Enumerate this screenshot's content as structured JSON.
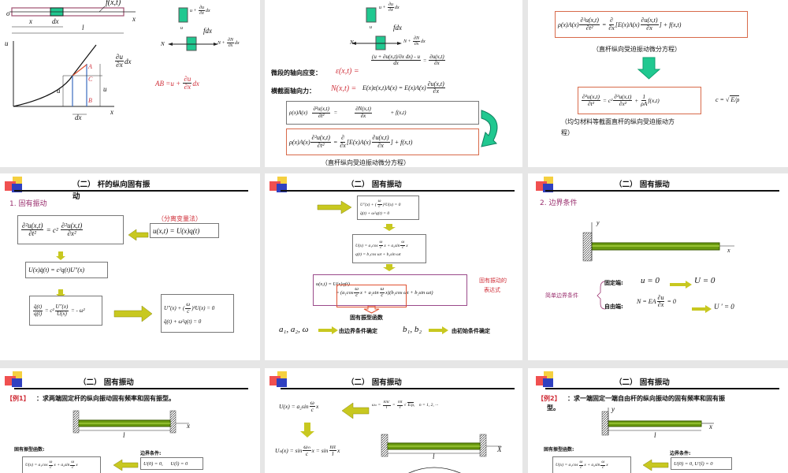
{
  "colors": {
    "accent_red": "#d0303a",
    "accent_purple": "#9a2f6e",
    "bar_green": "#6a9a10",
    "element_green": "#20c890",
    "arrow_yellow": "#c8c820",
    "box_red": "#d86a4a"
  },
  "slide1": {
    "o": "o",
    "x1": "x",
    "dx1": "dx",
    "l": "l",
    "fx": "f(x,t)",
    "x2": "x",
    "u_axis": "u",
    "x_axis": "x",
    "A": "A",
    "B": "B",
    "C": "C",
    "u1": "u",
    "u2": "u",
    "dx2": "dx",
    "N": "N",
    "fdx": "fdx",
    "u3": "u",
    "du_dx": [
      "",
      {
        "n": "∂u",
        "d": "∂x"
      },
      "dx"
    ],
    "u_plus": [
      "u + ",
      {
        "n": "∂u",
        "d": "∂x"
      },
      "dx"
    ],
    "N_plus": [
      "N + ",
      {
        "n": "∂N",
        "d": "∂x"
      },
      "dx"
    ],
    "AB": [
      "AB =u + ",
      {
        "n": "∂u",
        "d": "∂x"
      },
      "dx"
    ]
  },
  "slide2": {
    "N": "N",
    "fdx": "fdx",
    "u": "u",
    "u_plus": [
      "u + ",
      {
        "n": "∂u",
        "d": "∂x"
      },
      "dx"
    ],
    "N_plus": [
      "N + ",
      {
        "n": "∂N",
        "d": "∂x"
      },
      "dx"
    ],
    "strain_label": "微段的轴向应变：",
    "strain_lhs": "ε(x,t) =",
    "strain_rhs": [
      {
        "n": "(u + ∂u(x,t)/∂x dx) - u",
        "d": "dx"
      },
      " = ",
      {
        "n": "∂u(x,t)",
        "d": "∂x"
      }
    ],
    "force_label": "横截面轴向力：",
    "force_lhs": "N(x,t) =",
    "force_rhs": [
      "E(x)ε(x,t)A(x) = E(x)A(x)",
      {
        "n": "∂u(x,t)",
        "d": "∂x"
      }
    ],
    "eq1": [
      "ρ(x)A(x)   ",
      {
        "n": "∂²u(x,t)",
        "d": "∂t²"
      },
      "  =            ",
      {
        "n": "∂N(x,t)",
        "d": "∂x"
      },
      "             + f(x,t)"
    ],
    "eq2": [
      "ρ(x)A(x)",
      {
        "n": "∂²u(x,t)",
        "d": "∂t²"
      },
      " = ",
      {
        "n": "∂",
        "d": "∂x"
      },
      "[E(x)A(x)",
      {
        "n": "∂u(x,t)",
        "d": "∂x"
      },
      "] + f(x,t)"
    ],
    "caption": "（直杆纵向受迫振动微分方程）"
  },
  "slide3": {
    "eq1": [
      "ρ(x)A(x)",
      {
        "n": "∂²u(x,t)",
        "d": "∂t²"
      },
      " = ",
      {
        "n": "∂",
        "d": "∂x"
      },
      "[E(x)A(x)",
      {
        "n": "∂u(x,t)",
        "d": "∂x"
      },
      "] + f(x,t)"
    ],
    "caption1": "（直杆纵向受迫振动微分方程）",
    "eq2": [
      {
        "n": "∂²u(x,t)",
        "d": "∂t²"
      },
      " = c²",
      {
        "n": "∂²u(x,t)",
        "d": "∂x²"
      },
      " + ",
      {
        "n": "1",
        "d": "ρA"
      },
      "f(x,t)"
    ],
    "c_def": [
      "c = ",
      {
        "sqrt": "E/ρ"
      }
    ],
    "caption2_line1": "（均匀材料等截面直杆的纵向受迫振动方",
    "caption2_line2": "程）"
  },
  "slide4": {
    "title": "（二） 杆的纵向固有振",
    "title_wrap": "动",
    "section": "1. 固有振动",
    "method": "（分离变量法）",
    "eq_wave": [
      {
        "n": "∂²u(x,t)",
        "d": "∂t²"
      },
      " = c² ",
      {
        "n": "∂²u(x,t)",
        "d": "∂x²"
      }
    ],
    "eq_sep": [
      "u(x,t) = U(x)q(t)"
    ],
    "eq3": [
      "U(x)q̈(t) = c²q(t)U″(x)"
    ],
    "eq4": [
      {
        "n": "q̈(t)",
        "d": "q(t)"
      },
      " = c²",
      {
        "n": "U″(x)",
        "d": "U(x)"
      },
      " = - ω²"
    ],
    "eq5a": [
      "U″(x) + (",
      {
        "n": "ω",
        "d": "c"
      },
      ")²U(x) = 0"
    ],
    "eq5b": [
      "q̈(t) + ω²q(t) = 0"
    ]
  },
  "slide5": {
    "title": "（二） 固有振动",
    "eq1a": [
      "U″(x) + (",
      {
        "n": "ω",
        "d": "c"
      },
      ")²U(x) = 0"
    ],
    "eq1b": [
      "q̈(t) + ω²q(t) = 0"
    ],
    "eq2a": [
      "U(x) = a₁cos",
      {
        "n": "ω",
        "d": "c"
      },
      "x + a₂sin",
      {
        "n": "ω",
        "d": "c"
      },
      "x"
    ],
    "eq2b": [
      "q(t) = b₁cos ωt + b₂sin ωt"
    ],
    "eq3a": [
      "u(x,t) = U(x)q(t)"
    ],
    "eq3b": [
      "= (a₁cos",
      {
        "n": "ω",
        "d": "c"
      },
      "x + a₂sin",
      {
        "n": "ω",
        "d": "c"
      },
      "x)(b₁cos ωt + b₂sin ωt)"
    ],
    "label_expr": "固有振动的",
    "label_expr2": "表达式",
    "label_mode": "固有振型函数",
    "consts1": "a₁, a₂, ω",
    "consts1_text": "由边界条件确定",
    "consts2": "b₁, b₂",
    "consts2_text": "由初始条件确定"
  },
  "slide6": {
    "title": "（二） 固有振动",
    "section": "2. 边界条件",
    "y": "y",
    "x": "x",
    "group_label": "简单边界条件",
    "fixed_label": "固定端:",
    "fixed_eq": "u = 0",
    "fixed_result": "U = 0",
    "free_label": "自由端:",
    "free_eq": [
      "N = EA",
      {
        "n": "∂u",
        "d": "∂x"
      },
      " = 0"
    ],
    "free_result": "U ′ = 0"
  },
  "slide7": {
    "title": "（二） 固有振动",
    "example_tag": "【例1】",
    "example_text": "：求两端固定杆的纵向振动固有频率和固有振型。",
    "x": "x",
    "l": "l",
    "mode_label": "固有振型函数:",
    "mode_eq": [
      "U(x) = a₁cos",
      {
        "n": "ω",
        "d": "c"
      },
      "x + a₂sin",
      {
        "n": "ω",
        "d": "c"
      },
      "x"
    ],
    "bc_label": "边界条件:",
    "bc_eq": [
      "U(0) = 0,      U(l) = 0"
    ]
  },
  "slide8": {
    "title": "（二） 固有振动",
    "eq1": [
      "U(x) = a₂sin",
      {
        "n": "ω",
        "d": "c"
      },
      "x"
    ],
    "eq_freq": [
      "ωₙ = ",
      {
        "n": "nπc",
        "d": "l"
      },
      " = ",
      {
        "n": "nπ",
        "d": "l"
      },
      {
        "sqrt": "E/ρ"
      },
      ",    n = 1, 2, ···"
    ],
    "eq2": [
      "Uₙ(x) = sin",
      {
        "n": "ωₙ",
        "d": "c"
      },
      "x = sin",
      {
        "n": "nπ",
        "d": "l"
      },
      "x"
    ],
    "x": "X",
    "l": "l"
  },
  "slide9": {
    "title": "（二） 固有振动",
    "example_tag": "【例2】",
    "example_text": "：求一端固定一端自由杆的纵向振动的固有频率和固有振",
    "example_wrap": "型。",
    "y": "y",
    "x": "x",
    "l": "l",
    "mode_label": "固有振型函数:",
    "mode_eq": [
      "U(x) = a₁cos",
      {
        "n": "ω",
        "d": "c"
      },
      "x + a₂sin",
      {
        "n": "ω",
        "d": "c"
      },
      "x"
    ],
    "bc_label": "边界条件:",
    "bc_eq": [
      "U(0) = 0, U′(l) = 0"
    ]
  }
}
